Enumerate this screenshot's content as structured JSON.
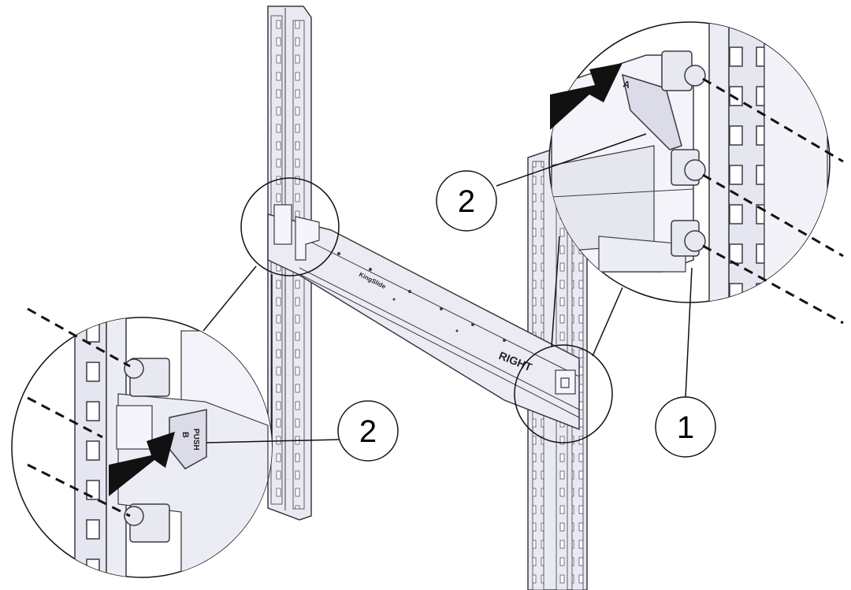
{
  "callouts": {
    "upper_right_number": "2",
    "lower_left_number": "2",
    "right_number": "1"
  },
  "rail_labels": {
    "brand": "KingSlide",
    "side": "RIGHT",
    "latch_letter_lower": "B",
    "latch_push_lower": "PUSH",
    "latch_letter_upper": "A"
  },
  "colors": {
    "rack_fill": "#e9e9f2",
    "rack_stroke": "#3a3a45",
    "rail_fill": "#ecebf3",
    "arrow_fill": "#111111"
  }
}
